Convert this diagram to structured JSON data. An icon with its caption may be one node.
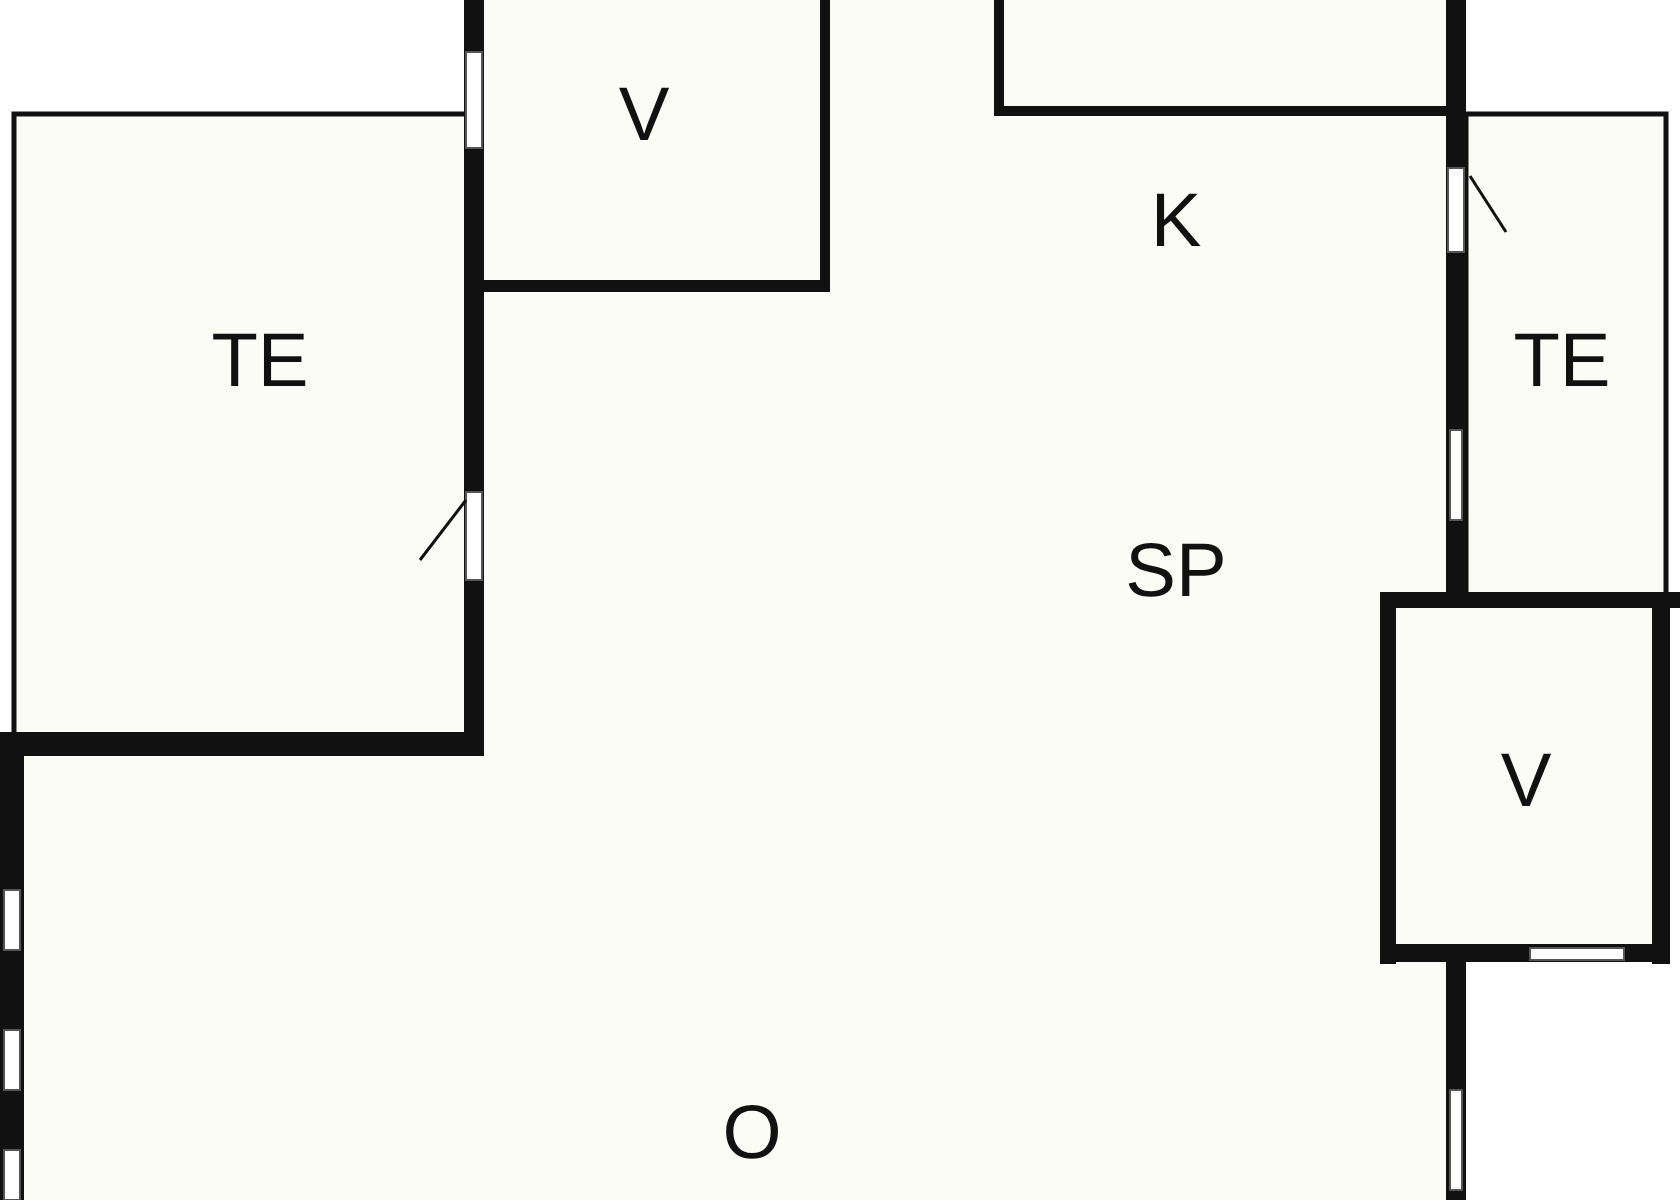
{
  "diagram": {
    "labels": [
      "V",
      "TE",
      "K",
      "TE",
      "SP",
      "V",
      "O"
    ]
  }
}
